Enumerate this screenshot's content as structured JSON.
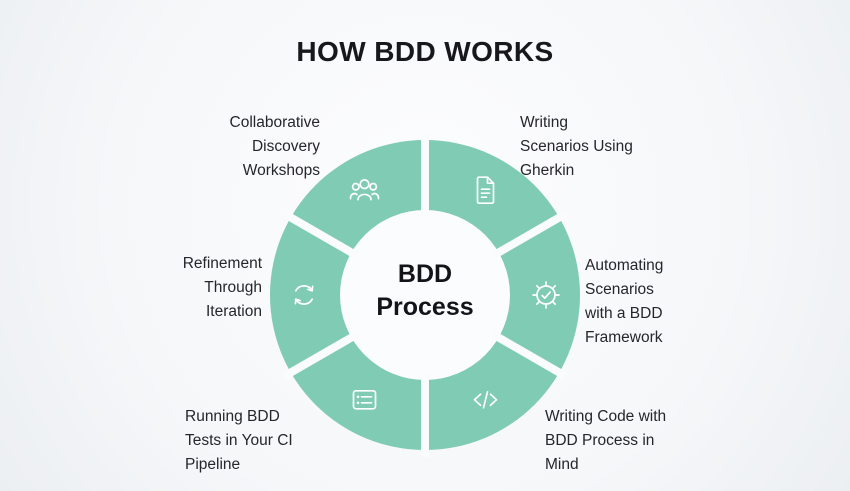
{
  "title": "HOW BDD WORKS",
  "diagram": {
    "center_label": "BDD Process",
    "steps": [
      {
        "label": "Collaborative Discovery Workshops",
        "icon": "team-icon"
      },
      {
        "label": "Writing Scenarios Using Gherkin",
        "icon": "document-icon"
      },
      {
        "label": "Automating Scenarios with a BDD Framework",
        "icon": "gear-check-icon"
      },
      {
        "label": "Writing Code with BDD Process in Mind",
        "icon": "code-icon"
      },
      {
        "label": "Running BDD Tests in Your CI Pipeline",
        "icon": "ci-pipeline-icon"
      },
      {
        "label": "Refinement Through Iteration",
        "icon": "refresh-iteration-icon"
      }
    ]
  },
  "colors": {
    "segment": "#7FCBB3",
    "icon_stroke": "#FFFFFF",
    "background": "#F5F7F9",
    "title_text": "#17171C",
    "label_text": "#26262B",
    "center_text": "#141418"
  }
}
